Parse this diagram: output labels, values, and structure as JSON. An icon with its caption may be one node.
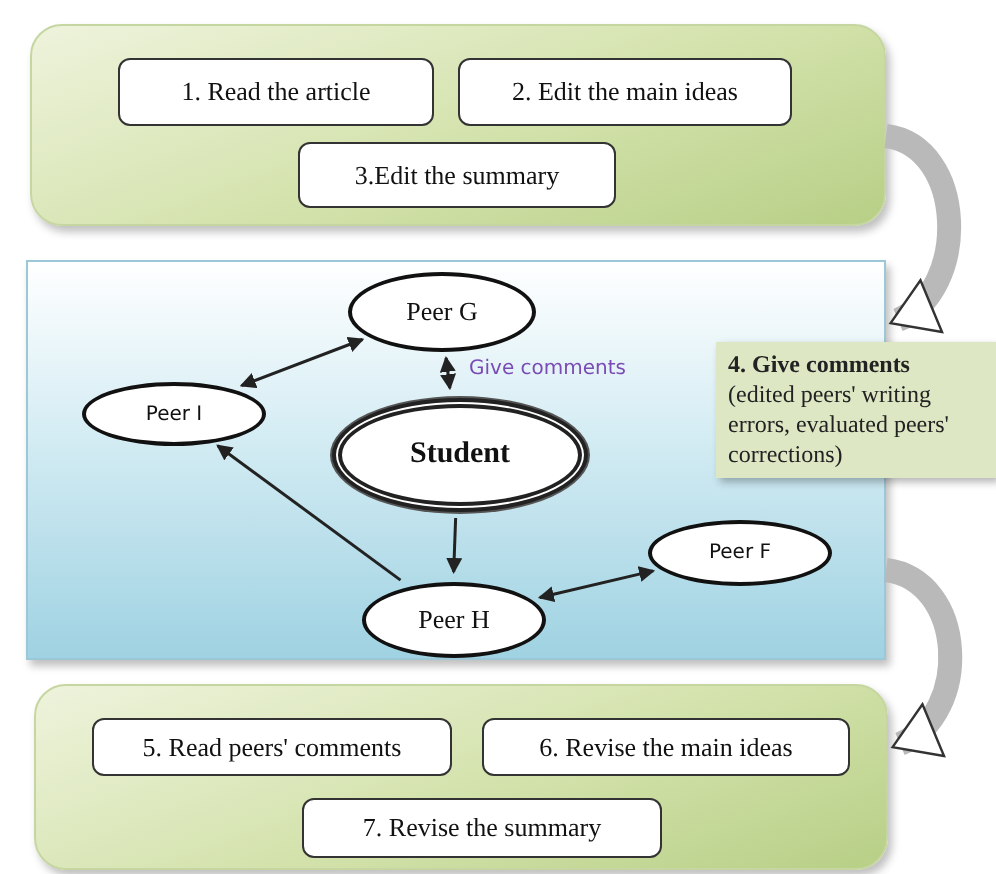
{
  "diagram": {
    "nodes": [
      {
        "text": [],
        "shape": "box"
      },
      {
        "text": [
          "1. Read the article"
        ],
        "in": 0
      },
      {
        "text": [
          "2. Edit the main ideas"
        ],
        "in": 0
      },
      {
        "text": [
          "3.Edit the summary"
        ],
        "in": 0
      },
      {
        "text": [],
        "shape": "box"
      },
      {
        "text": [
          "Peer G"
        ],
        "in": 4
      },
      {
        "text": [
          "Peer I"
        ],
        "in": 4
      },
      {
        "text": [
          "Student"
        ],
        "in": 4
      },
      {
        "text": [
          "Peer H"
        ],
        "in": 4
      },
      {
        "text": [
          "Peer F"
        ],
        "in": 4
      },
      {
        "text": [],
        "shape": "box"
      },
      {
        "text": [
          "5. Read peers' comments"
        ],
        "in": 10
      },
      {
        "text": [
          "6. Revise the main ideas"
        ],
        "in": 10
      },
      {
        "text": [
          "7. Revise the summary"
        ],
        "in": 10
      },
      {
        "text": [
          "4. Give comments",
          "(edited peers' writing errors, evaluated peers' corrections)"
        ]
      }
    ],
    "edges": [
      {
        "from": 0,
        "to": 4,
        "arrow": "to",
        "style": "thick",
        "color": "#b9b9b9"
      },
      {
        "from": 5,
        "to": 6,
        "arrow": "both"
      },
      {
        "from": 5,
        "to": 7,
        "arrow": "both",
        "label": "Give comments"
      },
      {
        "from": 7,
        "to": 8,
        "arrow": "to"
      },
      {
        "from": 8,
        "to": 6,
        "arrow": "to"
      },
      {
        "from": 8,
        "to": 9,
        "arrow": "both"
      },
      {
        "from": 4,
        "to": 10,
        "arrow": "to",
        "style": "thick",
        "color": "#b9b9b9"
      }
    ]
  }
}
